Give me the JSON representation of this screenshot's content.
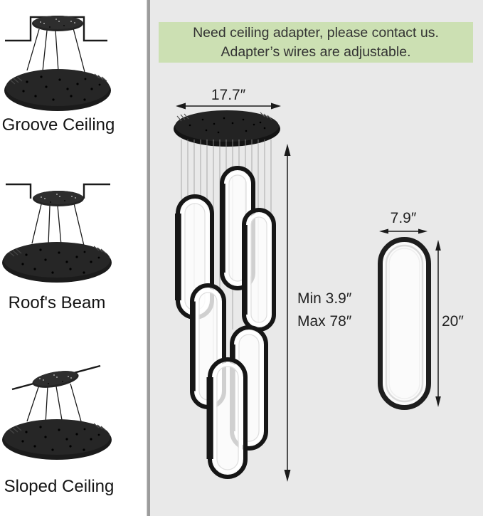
{
  "banner": {
    "line1": "Need ceiling adapter, please contact us.",
    "line2": "Adapter’s wires are adjustable."
  },
  "sidebar": {
    "items": [
      {
        "label": "Groove Ceiling"
      },
      {
        "label": "Roof's Beam"
      },
      {
        "label": "Sloped Ceiling"
      }
    ]
  },
  "dimensions": {
    "canopy_width": "17.7″",
    "drop_min": "Min 3.9″",
    "drop_max": "Max 78″",
    "ring_width": "7.9″",
    "ring_height": "20″"
  },
  "colors": {
    "banner_bg": "#cce0b3",
    "panel_bg": "#e9e9e9",
    "sidebar_bg": "#ffffff",
    "divider": "#9c9c9c",
    "fixture_black": "#161616",
    "wire_gray": "#999999"
  }
}
